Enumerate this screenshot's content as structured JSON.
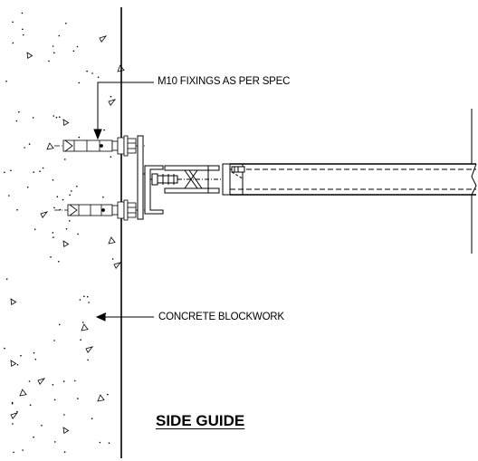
{
  "labels": {
    "fixings": "M10 FIXINGS AS PER SPEC",
    "concrete": "CONCRETE BLOCKWORK"
  },
  "title": "SIDE GUIDE",
  "colors": {
    "line": "#000000",
    "background": "#ffffff"
  }
}
